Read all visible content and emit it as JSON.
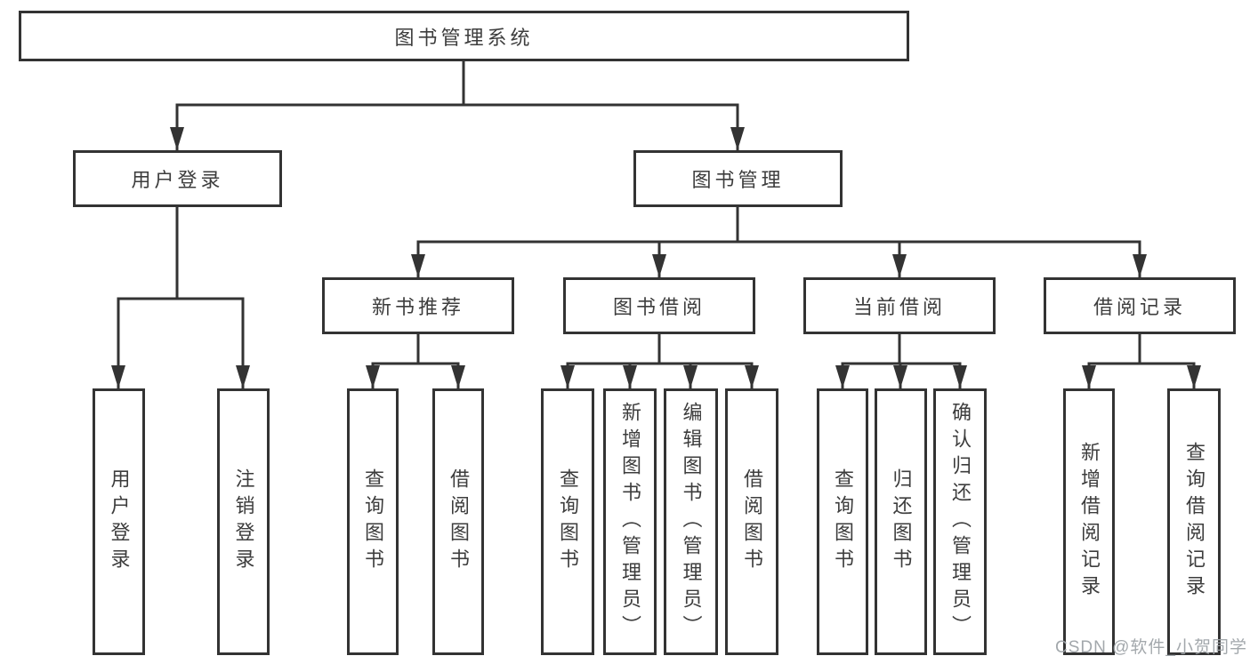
{
  "diagram_title": "图书管理系统",
  "tree": {
    "label": "图书管理系统",
    "children": [
      {
        "label": "用户登录",
        "children": [
          {
            "label": "用户登录"
          },
          {
            "label": "注销登录"
          }
        ]
      },
      {
        "label": "图书管理",
        "children": [
          {
            "label": "新书推荐",
            "children": [
              {
                "label": "查询图书"
              },
              {
                "label": "借阅图书"
              }
            ]
          },
          {
            "label": "图书借阅",
            "children": [
              {
                "label": "查询图书"
              },
              {
                "label": "新增图书（管理员）"
              },
              {
                "label": "编辑图书（管理员）"
              },
              {
                "label": "借阅图书"
              }
            ]
          },
          {
            "label": "当前借阅",
            "children": [
              {
                "label": "查询图书"
              },
              {
                "label": "归还图书"
              },
              {
                "label": "确认归还（管理员）"
              }
            ]
          },
          {
            "label": "借阅记录",
            "children": [
              {
                "label": "新增借阅记录"
              },
              {
                "label": "查询借阅记录"
              }
            ]
          }
        ]
      }
    ]
  },
  "watermark": {
    "text": "CSDN @软件_小贺同学"
  },
  "colors": {
    "line": "#333333",
    "box_border": "#333333",
    "text": "#3d3d3d",
    "background": "#ffffff",
    "watermark": "#9ea3a8"
  }
}
